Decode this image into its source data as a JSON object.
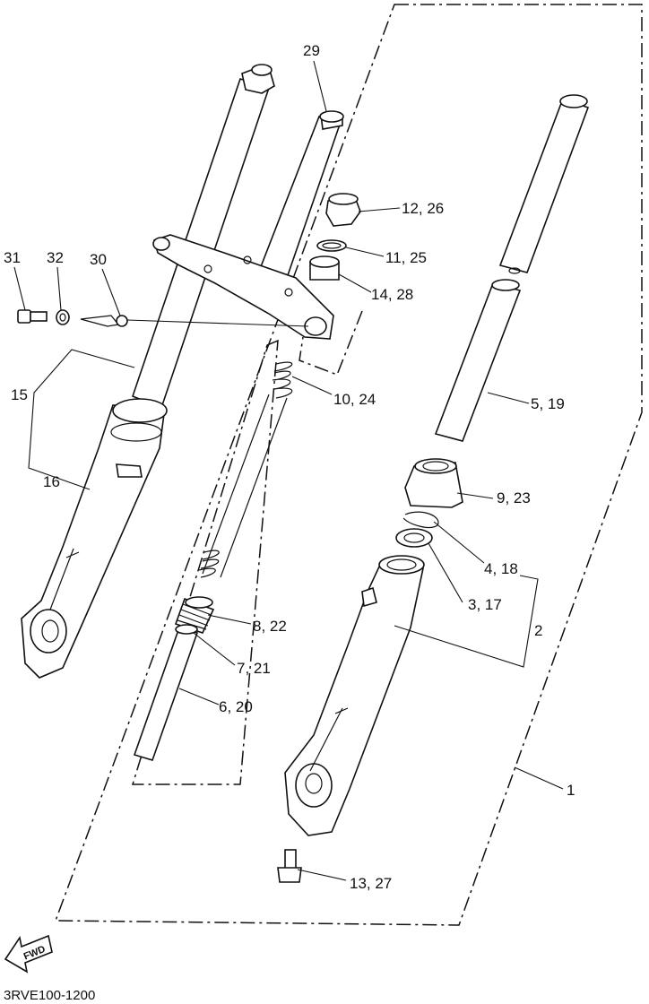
{
  "diagram": {
    "callouts": [
      {
        "id": "c29",
        "text": "29"
      },
      {
        "id": "c12",
        "text": "12, 26"
      },
      {
        "id": "c11",
        "text": "11, 25"
      },
      {
        "id": "c14",
        "text": "14, 28"
      },
      {
        "id": "c31",
        "text": "31"
      },
      {
        "id": "c32",
        "text": "32"
      },
      {
        "id": "c30",
        "text": "30"
      },
      {
        "id": "c15",
        "text": "15"
      },
      {
        "id": "c16",
        "text": "16"
      },
      {
        "id": "c10",
        "text": "10, 24"
      },
      {
        "id": "c5",
        "text": "5, 19"
      },
      {
        "id": "c9",
        "text": "9, 23"
      },
      {
        "id": "c4",
        "text": "4, 18"
      },
      {
        "id": "c3",
        "text": "3, 17"
      },
      {
        "id": "c2",
        "text": "2"
      },
      {
        "id": "c8",
        "text": "8, 22"
      },
      {
        "id": "c7",
        "text": "7, 21"
      },
      {
        "id": "c6",
        "text": "6, 20"
      },
      {
        "id": "c1",
        "text": "1"
      },
      {
        "id": "c13",
        "text": "13, 27"
      }
    ],
    "fwd_badge": "FWD",
    "figure_code": "3RVE100-1200"
  }
}
